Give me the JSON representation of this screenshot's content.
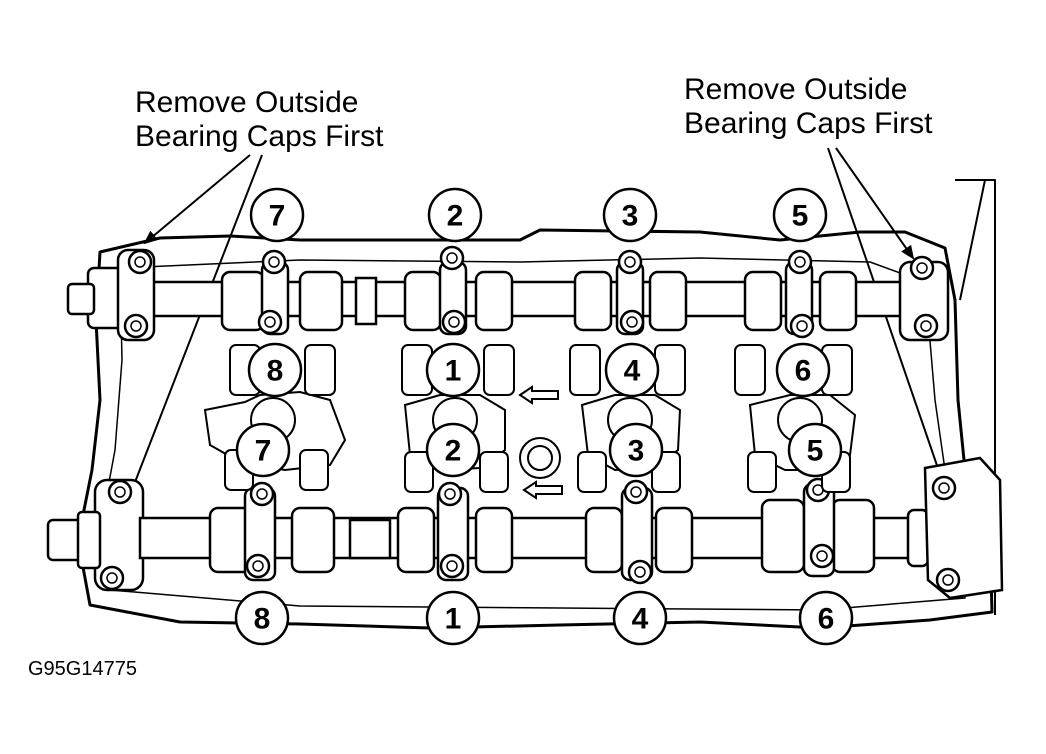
{
  "callouts": {
    "left": {
      "line1": "Remove Outside",
      "line2": "Bearing Caps First"
    },
    "right": {
      "line1": "Remove Outside",
      "line2": "Bearing Caps First"
    }
  },
  "figure_id": "G95G14775",
  "sequence": {
    "upper_top": [
      "7",
      "2",
      "3",
      "5"
    ],
    "upper_bottom": [
      "8",
      "1",
      "4",
      "6"
    ],
    "lower_top": [
      "7",
      "2",
      "3",
      "5"
    ],
    "lower_bottom": [
      "8",
      "1",
      "4",
      "6"
    ]
  },
  "colors": {
    "ink": "#000000",
    "paper": "#ffffff"
  }
}
